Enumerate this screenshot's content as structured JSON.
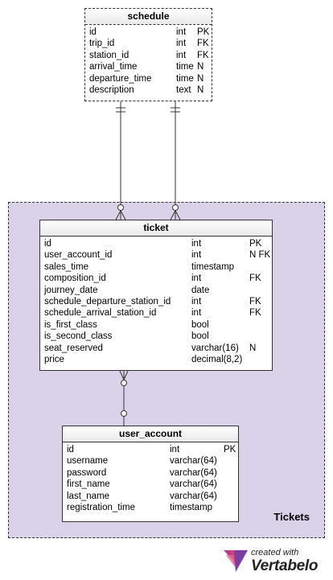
{
  "area": {
    "label": "Tickets",
    "fill": "#d9d2e9"
  },
  "schedule": {
    "name": "schedule",
    "columns": [
      {
        "name": "id",
        "type": "int",
        "key": "PK"
      },
      {
        "name": "trip_id",
        "type": "int",
        "key": "FK"
      },
      {
        "name": "station_id",
        "type": "int",
        "key": "FK"
      },
      {
        "name": "arrival_time",
        "type": "time",
        "key": "N"
      },
      {
        "name": "departure_time",
        "type": "time",
        "key": "N"
      },
      {
        "name": "description",
        "type": "text",
        "key": "N"
      }
    ]
  },
  "ticket": {
    "name": "ticket",
    "columns": [
      {
        "name": "id",
        "type": "int",
        "key": "PK"
      },
      {
        "name": "user_account_id",
        "type": "int",
        "key": "N FK"
      },
      {
        "name": "sales_time",
        "type": "timestamp",
        "key": ""
      },
      {
        "name": "composition_id",
        "type": "int",
        "key": "FK"
      },
      {
        "name": "journey_date",
        "type": "date",
        "key": ""
      },
      {
        "name": "schedule_departure_station_id",
        "type": "int",
        "key": "FK"
      },
      {
        "name": "schedule_arrival_station_id",
        "type": "int",
        "key": "FK"
      },
      {
        "name": "is_first_class",
        "type": "bool",
        "key": ""
      },
      {
        "name": "is_second_class",
        "type": "bool",
        "key": ""
      },
      {
        "name": "seat_reserved",
        "type": "varchar(16)",
        "key": "N"
      },
      {
        "name": "price",
        "type": "decimal(8,2)",
        "key": ""
      }
    ]
  },
  "user_account": {
    "name": "user_account",
    "columns": [
      {
        "name": "id",
        "type": "int",
        "key": "PK"
      },
      {
        "name": "username",
        "type": "varchar(64)",
        "key": ""
      },
      {
        "name": "password",
        "type": "varchar(64)",
        "key": ""
      },
      {
        "name": "first_name",
        "type": "varchar(64)",
        "key": ""
      },
      {
        "name": "last_name",
        "type": "varchar(64)",
        "key": ""
      },
      {
        "name": "registration_time",
        "type": "timestamp",
        "key": ""
      }
    ]
  },
  "logo": {
    "small": "created with",
    "big": "Vertabelo"
  }
}
